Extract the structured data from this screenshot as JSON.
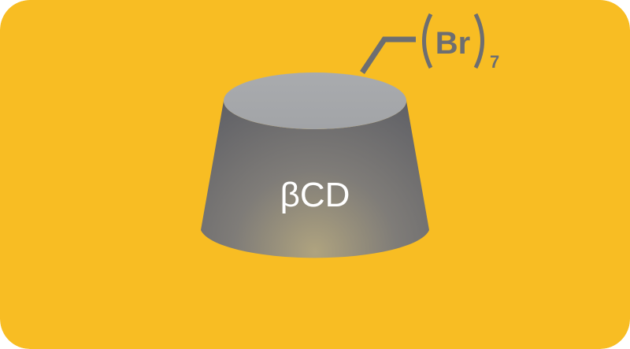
{
  "figure": {
    "cone_label": "βCD",
    "substituent_label": "Br",
    "subscript": "7"
  },
  "colors": {
    "background": "#F8BD23",
    "cone_side_dark": "#63646A",
    "cone_side_light": "#AFA37F",
    "cone_top": "#A6A8AB",
    "substituent": "#6D6E71",
    "cone_label_color": "#FFFFFF"
  }
}
